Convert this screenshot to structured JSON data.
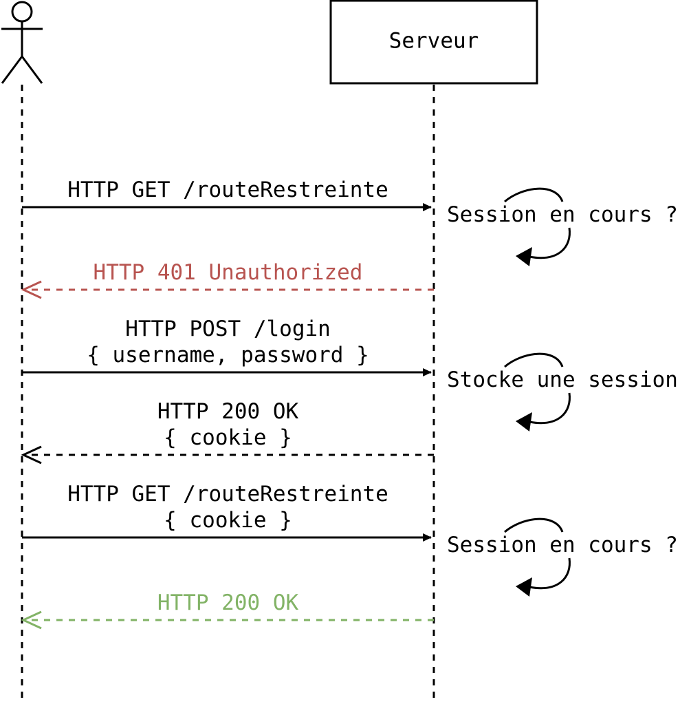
{
  "participants": {
    "client": {
      "icon": "actor-icon"
    },
    "server": {
      "label": "Serveur"
    }
  },
  "messages": [
    {
      "lines": [
        "HTTP GET /routeRestreinte"
      ],
      "direction": "to-server",
      "style": "solid",
      "color": "#000000"
    },
    {
      "lines": [
        "HTTP 401 Unauthorized"
      ],
      "direction": "to-client",
      "style": "dashed",
      "color": "#b85450"
    },
    {
      "lines": [
        "HTTP POST /login",
        "{ username, password }"
      ],
      "direction": "to-server",
      "style": "solid",
      "color": "#000000"
    },
    {
      "lines": [
        "HTTP 200 OK",
        "{ cookie }"
      ],
      "direction": "to-client",
      "style": "dashed",
      "color": "#000000"
    },
    {
      "lines": [
        "HTTP GET /routeRestreinte",
        "{ cookie }"
      ],
      "direction": "to-server",
      "style": "solid",
      "color": "#000000"
    },
    {
      "lines": [
        "HTTP 200 OK"
      ],
      "direction": "to-client",
      "style": "dashed",
      "color": "#82b366"
    }
  ],
  "server_notes": [
    {
      "label": "Session en cours ?",
      "icon": "self-loop-arrow-icon"
    },
    {
      "label": "Stocke une session",
      "icon": "self-loop-arrow-icon"
    },
    {
      "label": "Session en cours ?",
      "icon": "self-loop-arrow-icon"
    }
  ],
  "colors": {
    "default": "#000000",
    "unauthorized": "#b85450",
    "success": "#82b366"
  }
}
